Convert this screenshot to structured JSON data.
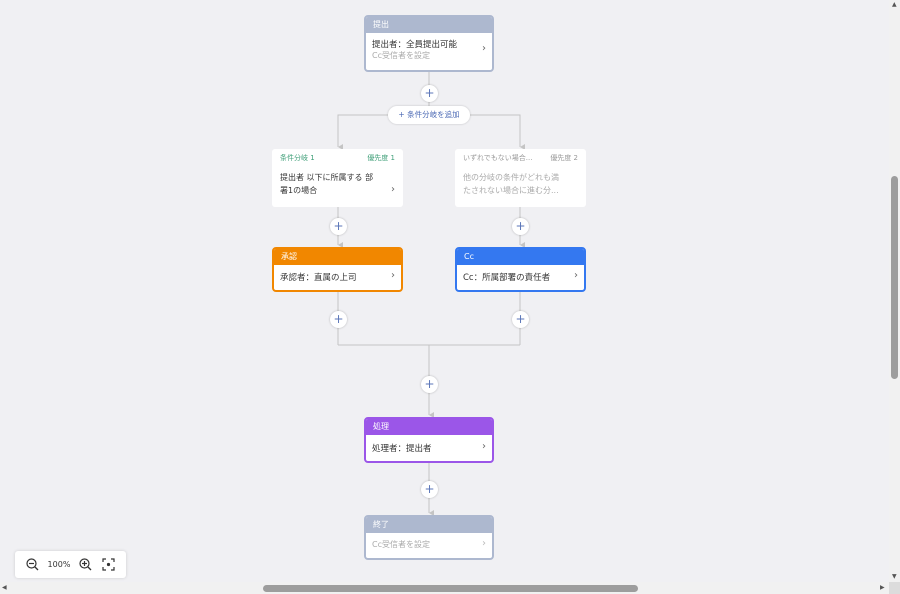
{
  "flow": {
    "submit": {
      "header": "提出",
      "line1": "提出者：全員提出可能",
      "line2": "Cc受信者を設定"
    },
    "add_branch_label": "+ 条件分岐を追加",
    "branch1": {
      "name": "条件分岐 1",
      "priority": "優先度 1",
      "text": "提出者 以下に所属する 部署1の場合"
    },
    "branch2": {
      "name": "いずれでもない場合...",
      "priority": "優先度 2",
      "text": "他の分岐の条件がどれも満たされない場合に進む分..."
    },
    "approval": {
      "header": "承認",
      "line1": "承認者：直属の上司"
    },
    "cc": {
      "header": "Cc",
      "line1": "Cc：所属部署の責任者"
    },
    "process": {
      "header": "処理",
      "line1": "処理者：提出者"
    },
    "end": {
      "header": "終了",
      "line1": "Cc受信者を設定"
    },
    "plus_symbol": "+",
    "chevron": "›"
  },
  "zoom": {
    "level": "100%"
  },
  "colors": {
    "grey_node": "#adb8cf",
    "approval": "#f18700",
    "cc": "#3478f0",
    "process": "#9b56e8",
    "priority_green": "#3f9f78",
    "wire": "#c4c4c4"
  }
}
